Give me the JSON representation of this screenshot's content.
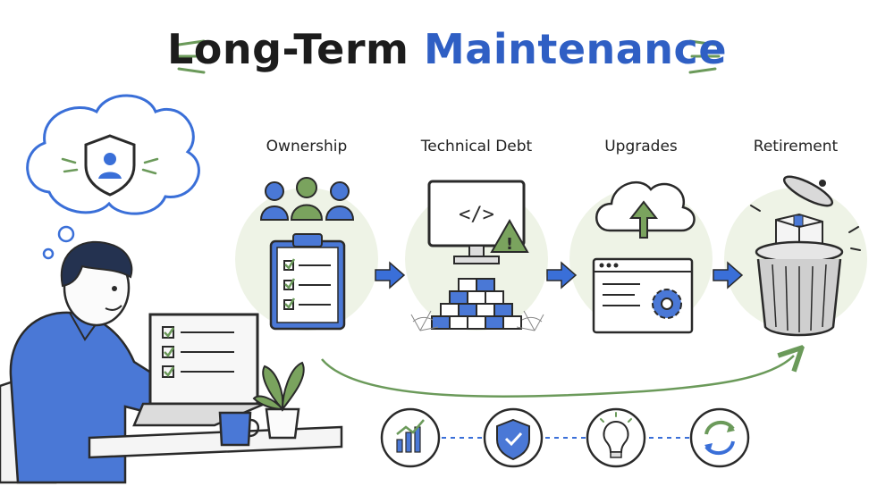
{
  "title": {
    "part1": "Long-Term ",
    "part2": "Maintenance"
  },
  "steps": [
    {
      "label": "Ownership"
    },
    {
      "label": "Technical Debt"
    },
    {
      "label": "Upgrades"
    },
    {
      "label": "Retirement"
    }
  ],
  "icons": {
    "thought": "shield-user-icon",
    "step1": "team-clipboard-icon",
    "step2": "monitor-code-warning-icon",
    "step3": "cloud-upload-window-icon",
    "step4": "trash-can-icon",
    "bottom": [
      "chart-growth-icon",
      "shield-check-icon",
      "lightbulb-icon",
      "refresh-icon"
    ]
  },
  "colors": {
    "accent": "#3a6fd8",
    "green": "#6b9a5a",
    "ink": "#2a2a2a",
    "bg_circle": "#eef3e6"
  }
}
